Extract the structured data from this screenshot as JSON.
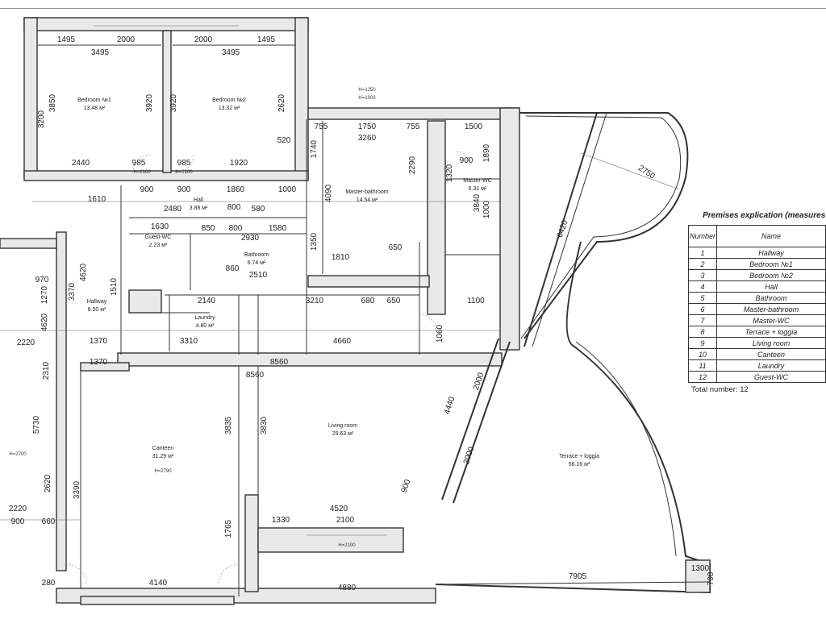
{
  "rooms": [
    {
      "name": "Bedroom №1",
      "area": "13.48 м²"
    },
    {
      "name": "Bedroom №2",
      "area": "13.32 м²"
    },
    {
      "name": "Master-bathroom",
      "area": "14.54 м²"
    },
    {
      "name": "Master-WC",
      "area": "6.31 м²"
    },
    {
      "name": "Hall",
      "area": "3.88 м²"
    },
    {
      "name": "Guest-WC",
      "area": "2.23 м²"
    },
    {
      "name": "Bathroom",
      "area": "6.74 м²"
    },
    {
      "name": "Hallway",
      "area": "8.50 м²"
    },
    {
      "name": "Laundry",
      "area": "4.80 м²"
    },
    {
      "name": "Living room",
      "area": "29.63 м²"
    },
    {
      "name": "Canteen",
      "area": "31.29 м²"
    },
    {
      "name": "Terrace + loggia",
      "area": "56.16 м²"
    }
  ],
  "dimensions": {
    "top_row": [
      "1495",
      "2000",
      "2000",
      "1495"
    ],
    "bedroom_widths": [
      "3495",
      "3495"
    ],
    "bedroom_heights": [
      "3200",
      "3850",
      "3920",
      "3920",
      "2620"
    ],
    "master_bath_top": [
      "755",
      "1750",
      "755",
      "1500"
    ],
    "misc": [
      "3260",
      "2440",
      "985",
      "985",
      "1920",
      "520",
      "2750",
      "6420",
      "4090",
      "2290",
      "1740",
      "1890",
      "1320",
      "900",
      "1610",
      "900",
      "900",
      "1860",
      "1000",
      "2480",
      "800",
      "580",
      "1630",
      "850",
      "800",
      "2930",
      "1580",
      "2510",
      "1810",
      "650",
      "4620",
      "3370",
      "970",
      "1270",
      "2140",
      "3210",
      "680",
      "650",
      "1100",
      "1060",
      "3310",
      "4660",
      "8560",
      "8560",
      "1370",
      "1370",
      "2220",
      "2310",
      "5730",
      "2620",
      "3390",
      "3835",
      "3830",
      "1765",
      "4520",
      "1330",
      "2100",
      "4440",
      "2000",
      "2000",
      "900",
      "4140",
      "4880",
      "7905",
      "1300",
      "700",
      "280",
      "2220",
      "900",
      "660",
      "3840",
      "1000",
      "860",
      "1350",
      "1510",
      "4620"
    ]
  },
  "heights": [
    "H=2790",
    "H=2100",
    "H=2100",
    "H=1250",
    "H=1000",
    "H=2700",
    "H=2100"
  ],
  "legend": {
    "title": "Premises explication (measures",
    "header": {
      "number": "Number",
      "name": "Name"
    },
    "rows": [
      {
        "number": "1",
        "name": "Hallway"
      },
      {
        "number": "2",
        "name": "Bedroom №1"
      },
      {
        "number": "3",
        "name": "Bedroom №2"
      },
      {
        "number": "4",
        "name": "Hall"
      },
      {
        "number": "5",
        "name": "Bathroom"
      },
      {
        "number": "6",
        "name": "Master-bathroom"
      },
      {
        "number": "7",
        "name": "Master-WC"
      },
      {
        "number": "8",
        "name": "Terrace + loggia"
      },
      {
        "number": "9",
        "name": "Living room"
      },
      {
        "number": "10",
        "name": "Canteen"
      },
      {
        "number": "11",
        "name": "Laundry"
      },
      {
        "number": "12",
        "name": "Guest-WC"
      }
    ],
    "total": "Total number: 12"
  }
}
